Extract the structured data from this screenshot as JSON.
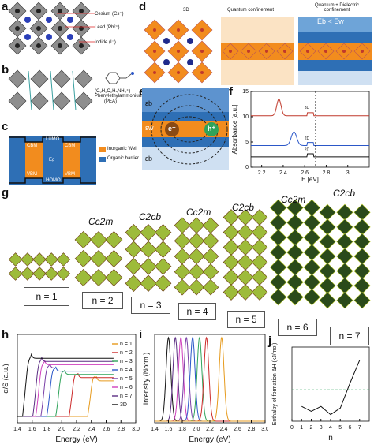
{
  "panels": {
    "a": {
      "label": "a",
      "legend": [
        "Cesium (Cs⁺)",
        "Lead (Pb²⁺)",
        "Iodide (I⁻)"
      ]
    },
    "b": {
      "label": "b",
      "formula": "(C₆H₅C₂H₄NH₃⁺)",
      "name1": "Phenylethylammonium",
      "name2": "(PEA)"
    },
    "c": {
      "label": "c",
      "cbm": "CBM",
      "vbm": "VBM",
      "lumo": "LUMO",
      "homo": "HOMO",
      "eg": "Eg",
      "legend": [
        "Inorganic Well",
        "Organic barrier"
      ]
    },
    "d": {
      "label": "d",
      "titles": [
        "3D",
        "Quantum confinement",
        "Quantum + Dielectric confinement"
      ],
      "eq": "Eb < Ew"
    },
    "e": {
      "label": "e",
      "eb_top": "εb",
      "ew": "εw",
      "eb_bot": "εb",
      "electron": "e⁻",
      "hole": "h⁺"
    },
    "f": {
      "label": "f",
      "ylabel": "Absorbance [a.u.]",
      "xlabel": "E [eV]",
      "tags": [
        "3D",
        "2D",
        "2D"
      ]
    },
    "g": {
      "label": "g",
      "groups": [
        "Cc2m",
        "C2cb",
        "Cc2m",
        "C2cb",
        "Cc2m",
        "C2cb"
      ],
      "n": [
        "n = 1",
        "n = 2",
        "n = 3",
        "n = 4",
        "n = 5",
        "n = 6",
        "n = 7"
      ]
    },
    "h": {
      "label": "h",
      "ylabel": "α/S (a.u.)",
      "xlabel": "Energy (eV)",
      "legend": [
        "n = 1",
        "n = 2",
        "n = 3",
        "n = 4",
        "n = 5",
        "n = 6",
        "n = 7",
        "3D"
      ]
    },
    "i": {
      "label": "i",
      "ylabel": "Intensity (Norm.)",
      "xlabel": "Energy (eV)"
    },
    "j": {
      "label": "j",
      "ylabel": "Enthalpy of formation ΔH (kJ/mol)",
      "xlabel": "n"
    }
  },
  "colors": {
    "n1": "#e69a1c",
    "n2": "#cc2a2a",
    "n3": "#2fa35a",
    "n4": "#2b57c8",
    "n5": "#7a3fa6",
    "n6": "#cf3fbd",
    "n7": "#5a2d82",
    "bulk": "#111111",
    "orange": "#f28c1e",
    "blue": "#2e6fb5",
    "green": "#6aa84f"
  },
  "chart_data": [
    {
      "type": "line",
      "title": "f",
      "ylabel": "Absorbance [a.u.]",
      "xlabel": "E [eV]",
      "xlim": [
        2.1,
        3.2
      ],
      "ylim": [
        0,
        15
      ],
      "xticks": [
        2.2,
        2.4,
        2.6,
        2.8,
        3
      ],
      "yticks": [
        0,
        5,
        10,
        15
      ],
      "series": [
        {
          "values": [
            [
              2.1,
              10.2
            ],
            [
              2.3,
              10.5
            ],
            [
              2.36,
              13.5
            ],
            [
              2.4,
              11
            ],
            [
              2.6,
              10.6
            ],
            [
              3.2,
              10.3
            ]
          ]
        },
        {
          "values": [
            [
              2.1,
              4.2
            ],
            [
              2.4,
              4.4
            ],
            [
              2.5,
              7
            ],
            [
              2.55,
              4.6
            ],
            [
              2.7,
              4.4
            ],
            [
              3.2,
              4.3
            ]
          ]
        },
        {
          "values": [
            [
              2.1,
              2
            ],
            [
              2.6,
              2.1
            ],
            [
              3.2,
              2.1
            ]
          ]
        }
      ]
    },
    {
      "type": "line",
      "title": "h",
      "ylabel": "α/S (a.u.)",
      "xlabel": "Energy (eV)",
      "xlim": [
        1.4,
        3.0
      ],
      "xticks": [
        1.4,
        1.6,
        1.8,
        2.0,
        2.2,
        2.4,
        2.6,
        2.8,
        3.0
      ],
      "series": [
        {
          "name": "n = 1",
          "onset": 2.4
        },
        {
          "name": "n = 2",
          "onset": 2.15
        },
        {
          "name": "n = 3",
          "onset": 1.97
        },
        {
          "name": "n = 4",
          "onset": 1.85
        },
        {
          "name": "n = 5",
          "onset": 1.77
        },
        {
          "name": "n = 6",
          "onset": 1.7
        },
        {
          "name": "n = 7",
          "onset": 1.66
        },
        {
          "name": "3D",
          "onset": 1.52
        }
      ]
    },
    {
      "type": "line",
      "title": "i",
      "ylabel": "Intensity (Norm.)",
      "xlabel": "Energy (eV)",
      "xlim": [
        1.4,
        3.0
      ],
      "xticks": [
        1.4,
        1.6,
        1.8,
        2.0,
        2.2,
        2.4,
        2.6,
        2.8,
        3.0
      ],
      "peaks": [
        1.6,
        1.7,
        1.78,
        1.86,
        1.95,
        2.05,
        2.15,
        2.37
      ]
    },
    {
      "type": "line",
      "title": "j",
      "ylabel": "Enthalpy of formation ΔH (kJ/mol)",
      "xlabel": "n",
      "xlim": [
        0,
        8
      ],
      "ylim": [
        -150,
        300
      ],
      "xticks": [
        0,
        1,
        2,
        3,
        4,
        5,
        6,
        7
      ],
      "series": [
        {
          "values": [
            [
              1,
              -60
            ],
            [
              2,
              -90
            ],
            [
              3,
              -60
            ],
            [
              4,
              -110
            ],
            [
              5,
              -70
            ],
            [
              6,
              80
            ],
            [
              7,
              220
            ]
          ]
        }
      ],
      "reference_line": 40
    }
  ]
}
